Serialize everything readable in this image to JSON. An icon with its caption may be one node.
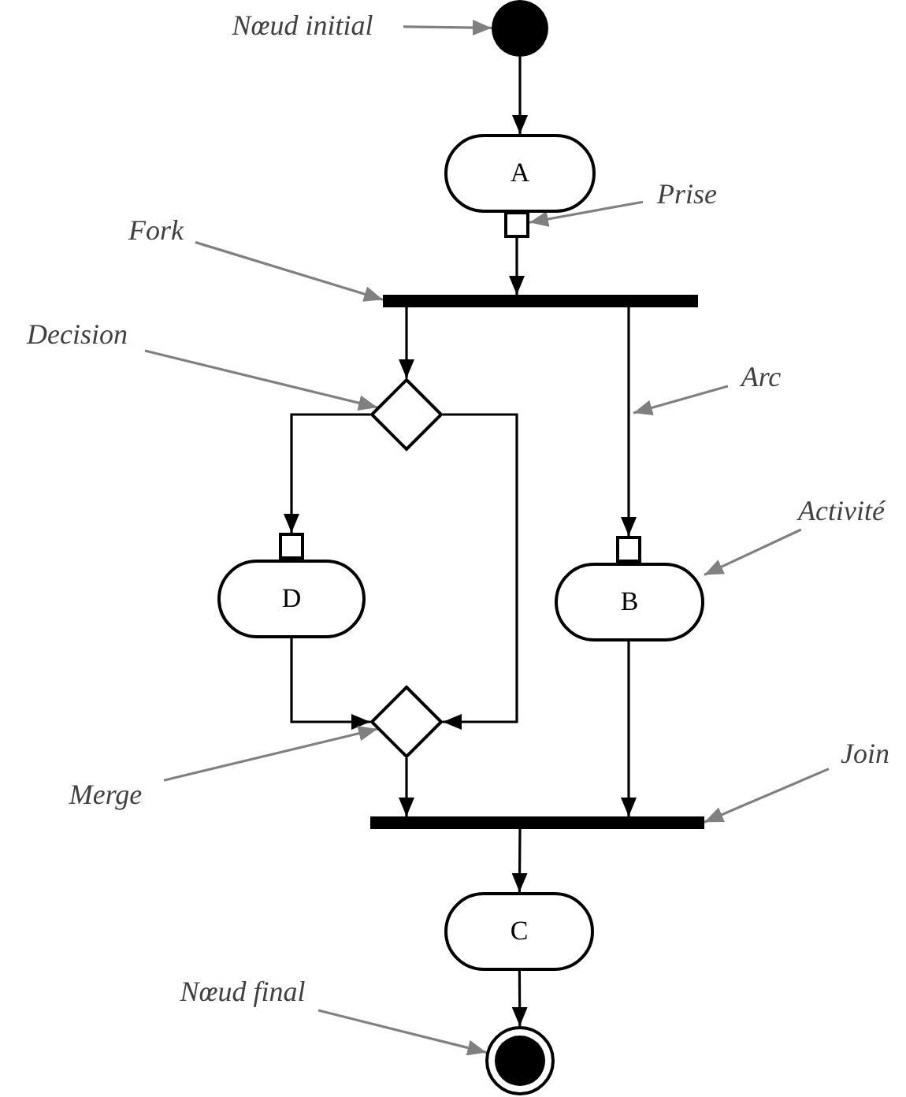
{
  "diagram": {
    "nodes": [
      {
        "text": [
          "Nœud initial"
        ]
      },
      {
        "text": [],
        "shape": "circle"
      },
      {
        "text": [
          "A"
        ]
      },
      {
        "text": [
          "Prise"
        ]
      },
      {
        "text": [],
        "shape": "box"
      },
      {
        "text": [
          "Fork"
        ]
      },
      {
        "text": [],
        "shape": "bar"
      },
      {
        "text": [
          "Decision"
        ]
      },
      {
        "text": [],
        "shape": "diamond"
      },
      {
        "text": [
          "Arc"
        ]
      },
      {
        "text": [],
        "shape": "box"
      },
      {
        "text": [
          "Activité"
        ]
      },
      {
        "text": [],
        "shape": "box"
      },
      {
        "text": [
          "D"
        ]
      },
      {
        "text": [
          "B"
        ]
      },
      {
        "text": [],
        "shape": "diamond"
      },
      {
        "text": [
          "Merge"
        ]
      },
      {
        "text": [
          "Join"
        ]
      },
      {
        "text": [],
        "shape": "bar"
      },
      {
        "text": [
          "C"
        ]
      },
      {
        "text": [
          "Nœud final"
        ]
      },
      {
        "text": [],
        "shape": "circle"
      }
    ],
    "edges": [
      {
        "from": 1,
        "to": 2,
        "arrow": "to"
      },
      {
        "from": 4,
        "to": 6,
        "arrow": "to"
      },
      {
        "from": 6,
        "to": 8,
        "arrow": "to"
      },
      {
        "from": 6,
        "to": 12,
        "arrow": "to"
      },
      {
        "from": 8,
        "to": 10,
        "arrow": "to"
      },
      {
        "from": 8,
        "to": 15,
        "arrow": "to"
      },
      {
        "from": 13,
        "to": 15,
        "arrow": "to"
      },
      {
        "from": 15,
        "to": 18,
        "arrow": "to"
      },
      {
        "from": 14,
        "to": 18,
        "arrow": "to"
      },
      {
        "from": 18,
        "to": 19,
        "arrow": "to"
      },
      {
        "from": 19,
        "to": 21,
        "arrow": "to"
      },
      {
        "from": 0,
        "to": 1,
        "arrow": "to",
        "color": "#808080"
      },
      {
        "from": 3,
        "to": 4,
        "arrow": "to",
        "color": "#808080"
      },
      {
        "from": 5,
        "to": 6,
        "arrow": "to",
        "color": "#808080"
      },
      {
        "from": 7,
        "to": 8,
        "arrow": "to",
        "color": "#808080"
      },
      {
        "from": 9,
        "to": null,
        "arrow": "to",
        "color": "#808080"
      },
      {
        "from": 11,
        "to": 14,
        "arrow": "to",
        "color": "#808080"
      },
      {
        "from": 16,
        "to": 15,
        "arrow": "to",
        "color": "#808080"
      },
      {
        "from": 17,
        "to": 18,
        "arrow": "to",
        "color": "#808080"
      },
      {
        "from": 20,
        "to": 21,
        "arrow": "to",
        "color": "#808080"
      }
    ]
  }
}
